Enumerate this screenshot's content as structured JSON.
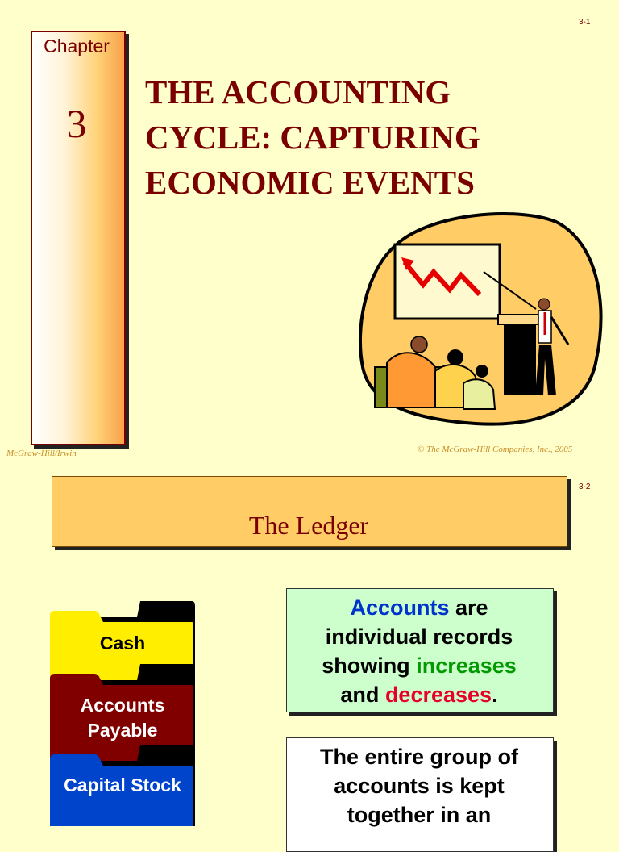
{
  "slide1": {
    "slide_number": "3-1",
    "chapter_word": "Chapter",
    "chapter_number": "3",
    "title_lines": [
      "THE ACCOUNTING",
      "CYCLE: CAPTURING",
      "ECONOMIC EVENTS"
    ],
    "footer_left": "McGraw-Hill/Irwin",
    "footer_right": "© The McGraw-Hill Companies, Inc., 2005",
    "illustration": "presentation-clipart-icon"
  },
  "slide2": {
    "slide_number": "3-2",
    "banner_title": "The Ledger",
    "folders": [
      {
        "label": "Cash",
        "color": "#ffee00"
      },
      {
        "label": "Accounts Payable",
        "color": "#800000"
      },
      {
        "label": "Capital Stock",
        "color": "#0044cc"
      }
    ],
    "accounts_box": {
      "word_accounts": "Accounts",
      "text_1": "are",
      "text_2": "individual records",
      "text_3": "showing",
      "word_increases": "increases",
      "text_4": "and",
      "word_decreases": "decreases",
      "text_5": "."
    },
    "group_box": {
      "lines": [
        "The entire group of",
        "accounts is kept",
        "together in an"
      ]
    }
  },
  "colors": {
    "background": "#ffffcc",
    "title": "#7a0000",
    "banner": "#ffcc66",
    "accounts_box": "#ccffcc"
  }
}
